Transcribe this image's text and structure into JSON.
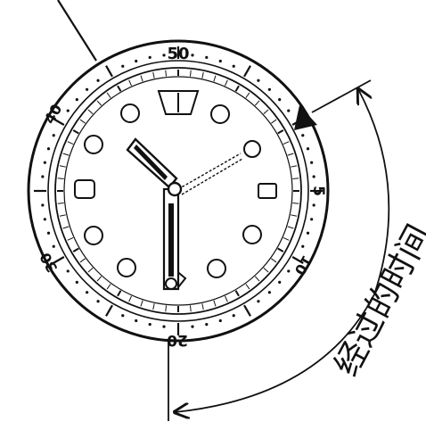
{
  "bezel": {
    "numbers": [
      "50",
      "5",
      "10",
      "20",
      "30",
      "40"
    ]
  },
  "annotation": {
    "elapsed_time_label": "经过的时间"
  },
  "colors": {
    "ink": "#111111",
    "paper": "#ffffff"
  }
}
